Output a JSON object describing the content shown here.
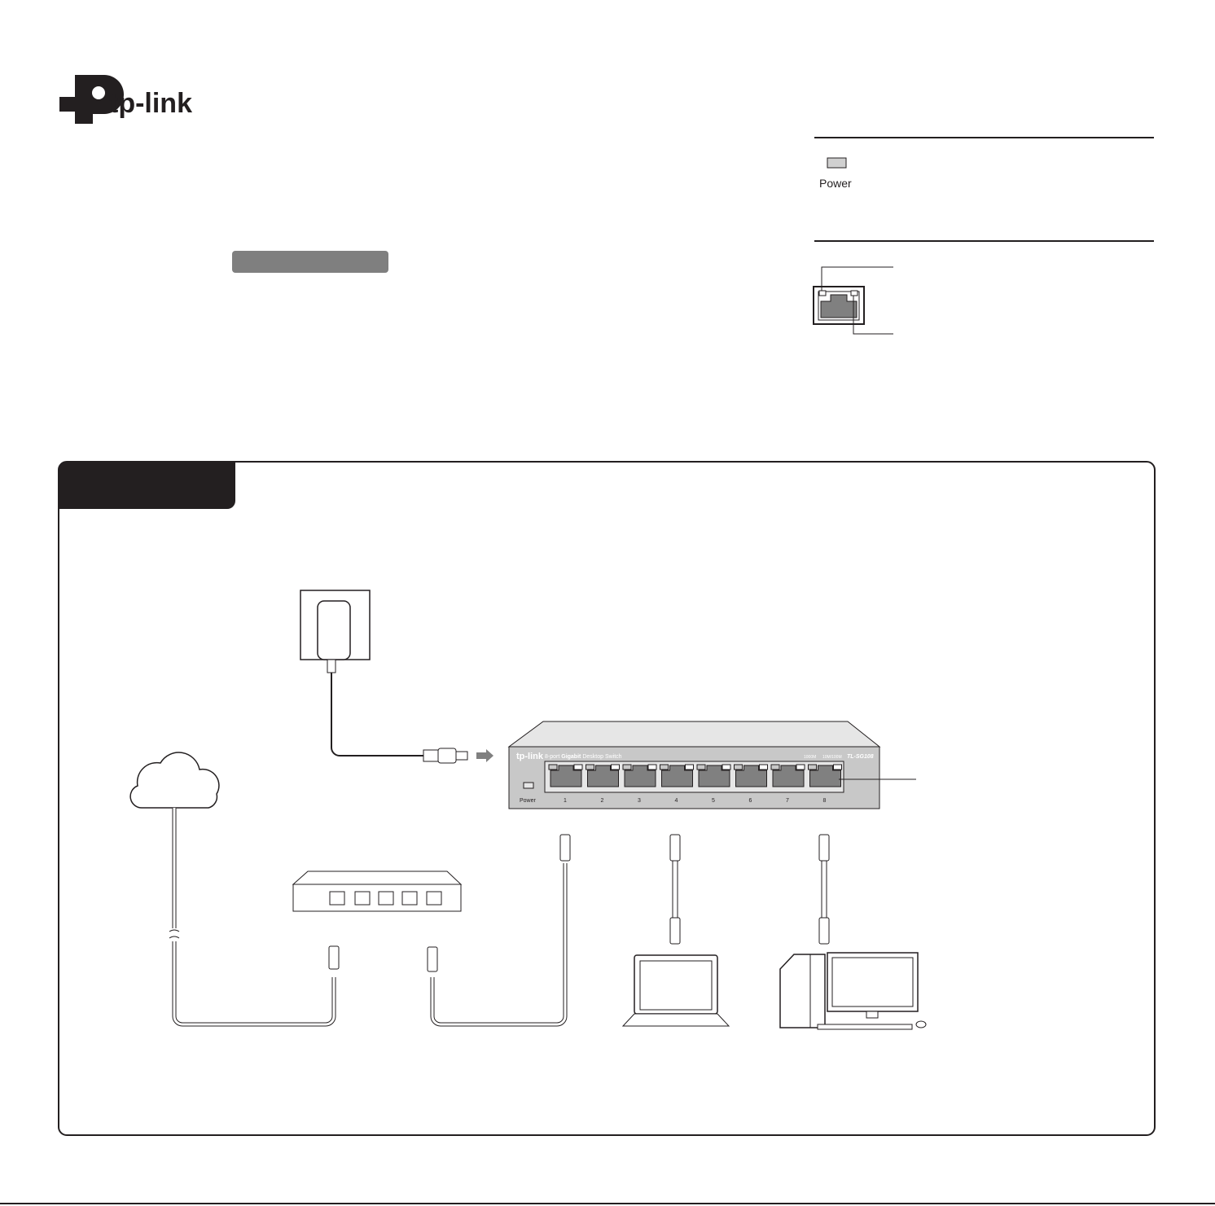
{
  "logo": {
    "text": "tp-link",
    "color": "#231f20"
  },
  "led_legend": {
    "power_label": "Power"
  },
  "switch": {
    "brand": "tp-link",
    "description_prefix": "8-port",
    "description_bold": "Gigabit",
    "description_suffix": "Desktop Switch",
    "speed_1000": "1000M",
    "speed_10_100": "10M/100M",
    "model": "TL-SG108",
    "power_label": "Power",
    "ports": [
      "1",
      "2",
      "3",
      "4",
      "5",
      "6",
      "7",
      "8"
    ]
  },
  "colors": {
    "panel": "#7f7f7f",
    "dark_tab": "#231f20",
    "switch_body": "#c8c8c8",
    "port": "#808080"
  }
}
